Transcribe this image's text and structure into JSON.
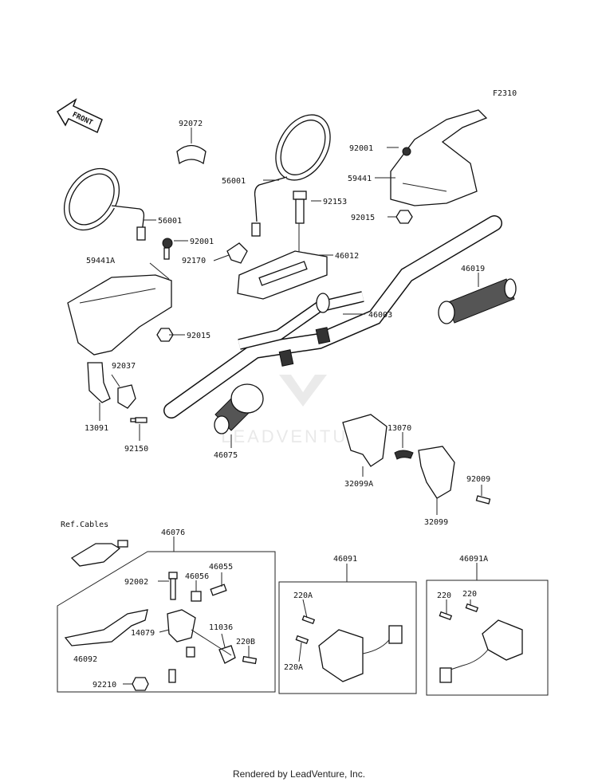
{
  "figure_code": "F2310",
  "front_label": "FRONT",
  "footer": "Rendered by LeadVenture, Inc.",
  "watermark": "LEADVENTURE",
  "ref_cables": "Ref.Cables",
  "parts": {
    "p92072": "92072",
    "p56001a": "56001",
    "p56001b": "56001",
    "p92001a": "92001",
    "p92001b": "92001",
    "p59441": "59441",
    "p59441a": "59441A",
    "p92015a": "92015",
    "p92015b": "92015",
    "p92153": "92153",
    "p92170": "92170",
    "p46012": "46012",
    "p46019": "46019",
    "p46003": "46003",
    "p92037": "92037",
    "p13091": "13091",
    "p92150": "92150",
    "p46075": "46075",
    "p13070": "13070",
    "p32099a": "32099A",
    "p92009": "92009",
    "p32099": "32099",
    "p46076": "46076",
    "p92002": "92002",
    "p46056": "46056",
    "p46055": "46055",
    "p14079": "14079",
    "p11036": "11036",
    "p220b": "220B",
    "p46092": "46092",
    "p92210": "92210",
    "p46091": "46091",
    "p220a1": "220A",
    "p220a2": "220A",
    "p46091a": "46091A",
    "p220_1": "220",
    "p220_2": "220"
  }
}
